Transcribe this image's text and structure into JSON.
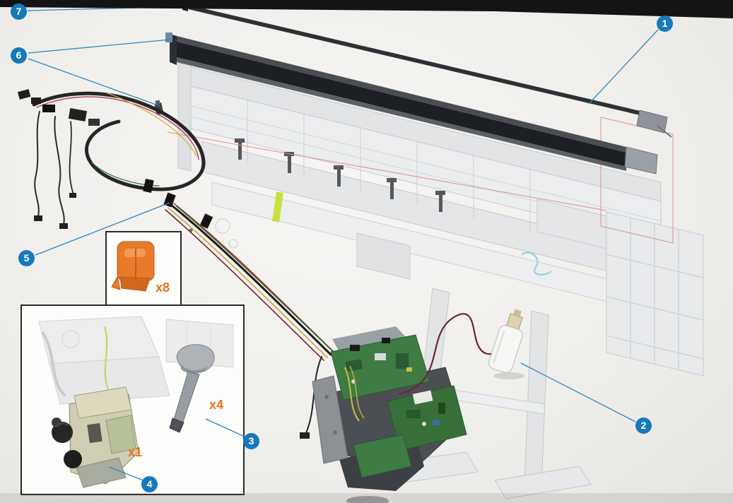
{
  "callouts": [
    {
      "label": "1"
    },
    {
      "label": "2"
    },
    {
      "label": "3"
    },
    {
      "label": "4"
    },
    {
      "label": "5"
    },
    {
      "label": "6"
    },
    {
      "label": "7"
    }
  ],
  "quantities": [
    {
      "label": "x8"
    },
    {
      "label": "x4"
    },
    {
      "label": "x1"
    }
  ],
  "colors": {
    "callout_blue": "#1779ba",
    "leader_blue": "#2f86c0",
    "quantity_orange": "#e8731d",
    "clip_orange": "#e87a2c",
    "marker_yellow_green": "#cadf3e",
    "reference_red": "#dc9090"
  }
}
